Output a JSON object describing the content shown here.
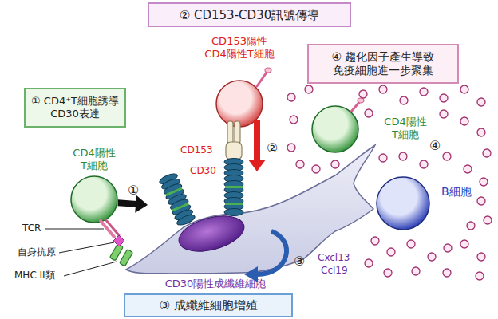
{
  "diagram": {
    "nodes": [
      {
        "text": [
          "② CD153-CD30訊號傳導"
        ]
      },
      {
        "text": [
          "CD153陽性 CD4陽性T細胞"
        ]
      },
      {
        "text": [
          "① CD4⁺T細胞誘導 CD30表達"
        ]
      },
      {
        "text": [
          "④ 趨化因子產生導致 免疫細胞進一步聚集"
        ]
      },
      {
        "text": [
          "CD4陽性 T細胞"
        ]
      },
      {
        "text": [
          "CD4陽性 T細胞"
        ]
      },
      {
        "text": [
          "B細胞"
        ]
      },
      {
        "text": [
          "CD30陽性成纖維細胞"
        ]
      },
      {
        "text": [
          "③ 成纖維細胞增殖"
        ]
      }
    ],
    "edges": [
      {
        "from": 5,
        "to": 7,
        "arrow": "to"
      },
      {
        "from": 1,
        "to": 7,
        "arrow": "to"
      }
    ],
    "labels": [
      "CD153",
      "CD30",
      "TCR",
      "自身抗原",
      "MHC II類",
      "Cxcl13",
      "Ccl19",
      "①",
      "②",
      "③",
      "④"
    ]
  }
}
